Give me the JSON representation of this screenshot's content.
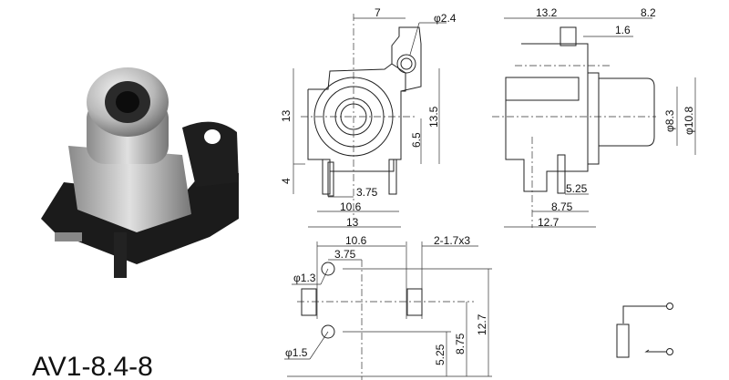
{
  "product": {
    "model": "AV1-8.4-8"
  },
  "front_view": {
    "dim_pin_offset": "7",
    "dim_hole_dia": "φ2.4",
    "dim_height": "13",
    "dim_center_height": "13.5",
    "dim_axis_height": "6.5",
    "dim_pin_length": "4",
    "dim_pin_spacing": "3.75",
    "dim_outer_pins": "10.6",
    "dim_width": "13"
  },
  "side_view": {
    "dim_body_depth": "13.2",
    "dim_front_length": "8.2",
    "dim_flange": "1.6",
    "dim_inner_dia": "φ8.3",
    "dim_outer_dia": "φ10.8",
    "dim_pin_a": "5.25",
    "dim_pin_b": "8.75",
    "dim_pin_c": "12.7"
  },
  "pcb_layout": {
    "dim_slot_spacing": "10.6",
    "dim_hole_offset": "3.75",
    "dim_slot_size": "2-1.7x3",
    "dim_small_hole": "φ1.3",
    "dim_large_hole": "φ1.5",
    "dim_row_a": "5.25",
    "dim_row_b": "8.75",
    "dim_row_c": "12.7"
  }
}
